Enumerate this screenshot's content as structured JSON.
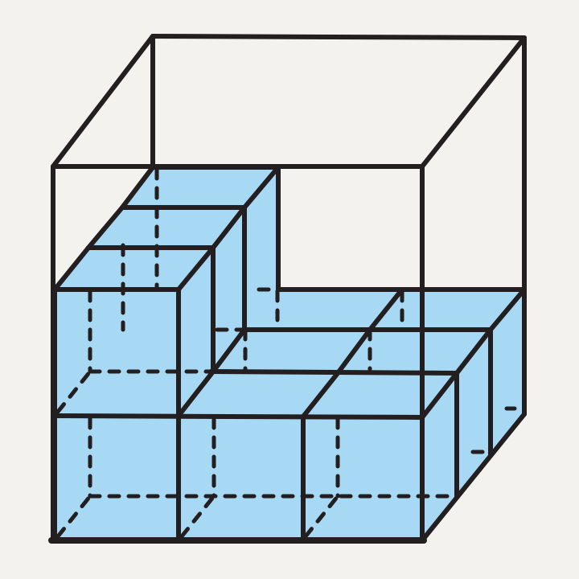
{
  "diagram": {
    "description_visible_text": "",
    "colors": {
      "background": "#f3f2ef",
      "cube_fill": "#a7d8f4",
      "stroke": "#231f20"
    },
    "structure": {
      "outer_box_units": [
        3,
        3,
        3
      ],
      "stacked_cube_count": 12,
      "layers": [
        {
          "name": "bottom-layer",
          "cubes": 9
        },
        {
          "name": "middle-layer-left-column",
          "cubes": 3
        }
      ]
    }
  }
}
